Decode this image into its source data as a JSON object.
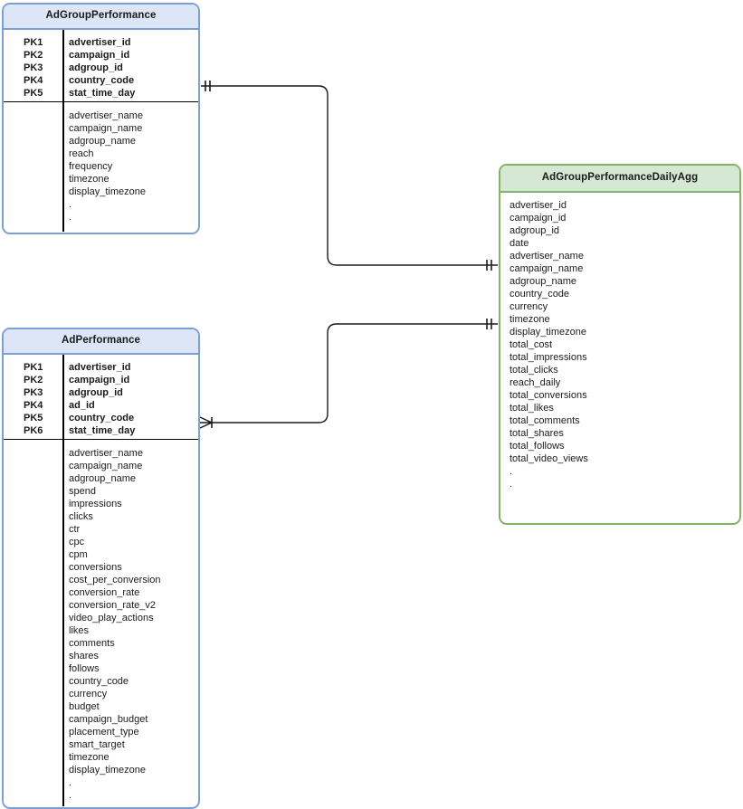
{
  "diagram": {
    "type": "entity-relationship-diagram",
    "background_color": "#ffffff",
    "entity_blue_fill": "#dce6f6",
    "entity_blue_border": "#7d9fd3",
    "entity_green_fill": "#d5e8d4",
    "entity_green_border": "#82b366",
    "connector_color": "#000000"
  },
  "entities": {
    "ad_group_performance": {
      "title": "AdGroupPerformance",
      "keys": [
        {
          "label": "PK1",
          "name": "advertiser_id"
        },
        {
          "label": "PK2",
          "name": "campaign_id"
        },
        {
          "label": "PK3",
          "name": "adgroup_id"
        },
        {
          "label": "PK4",
          "name": "country_code"
        },
        {
          "label": "PK5",
          "name": "stat_time_day"
        }
      ],
      "attributes": [
        "advertiser_name",
        "campaign_name",
        "adgroup_name",
        "reach",
        "frequency",
        "timezone",
        "display_timezone",
        ".",
        "."
      ]
    },
    "ad_performance": {
      "title": "AdPerformance",
      "keys": [
        {
          "label": "PK1",
          "name": "advertiser_id"
        },
        {
          "label": "PK2",
          "name": "campaign_id"
        },
        {
          "label": "PK3",
          "name": "adgroup_id"
        },
        {
          "label": "PK4",
          "name": "ad_id"
        },
        {
          "label": "PK5",
          "name": "country_code"
        },
        {
          "label": "PK6",
          "name": "stat_time_day"
        }
      ],
      "attributes": [
        "advertiser_name",
        "campaign_name",
        "adgroup_name",
        "spend",
        "impressions",
        "clicks",
        "ctr",
        "cpc",
        "cpm",
        "conversions",
        "cost_per_conversion",
        "conversion_rate",
        "conversion_rate_v2",
        "video_play_actions",
        "likes",
        "comments",
        "shares",
        "follows",
        "country_code",
        "currency",
        "budget",
        "campaign_budget",
        "placement_type",
        "smart_target",
        "timezone",
        "display_timezone",
        ".",
        "."
      ]
    },
    "ad_group_performance_daily_agg": {
      "title": "AdGroupPerformanceDailyAgg",
      "keys": [],
      "attributes": [
        "advertiser_id",
        "campaign_id",
        "adgroup_id",
        "date",
        "advertiser_name",
        "campaign_name",
        "adgroup_name",
        "country_code",
        "currency",
        "timezone",
        "display_timezone",
        "total_cost",
        "total_impressions",
        "total_clicks",
        "reach_daily",
        "total_conversions",
        "total_likes",
        "total_comments",
        "total_shares",
        "total_follows",
        "total_video_views",
        ".",
        "."
      ]
    }
  },
  "relationships": [
    {
      "id": "rel-adgroupperformance-to-dailyagg",
      "from": "AdGroupPerformance",
      "to": "AdGroupPerformanceDailyAgg",
      "from_cardinality": "one-and-only-one",
      "to_cardinality": "one-and-only-one",
      "label": ""
    },
    {
      "id": "rel-adperformance-to-dailyagg",
      "from": "AdPerformance",
      "to": "AdGroupPerformanceDailyAgg",
      "from_cardinality": "many",
      "to_cardinality": "one-and-only-one",
      "label": ""
    }
  ]
}
